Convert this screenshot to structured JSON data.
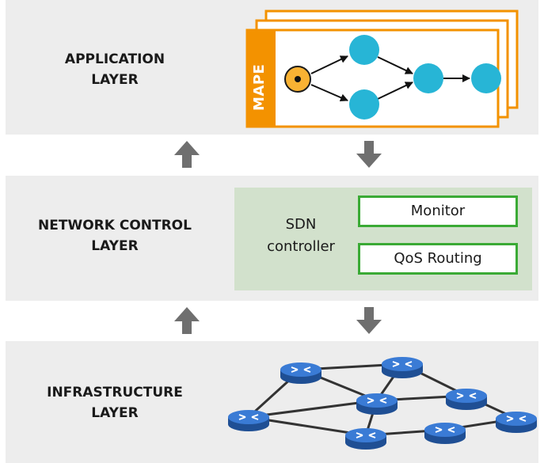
{
  "layers": {
    "application": {
      "line1": "APPLICATION",
      "line2": "LAYER"
    },
    "network": {
      "line1": "NETWORK CONTROL",
      "line2": "LAYER"
    },
    "infrastructure": {
      "line1": "INFRASTRUCTURE",
      "line2": "LAYER"
    }
  },
  "mape": {
    "label": "MAPE"
  },
  "sdn": {
    "line1": "SDN",
    "line2": "controller",
    "modules": [
      "Monitor",
      "QoS Routing"
    ]
  },
  "colors": {
    "band": "#ededed",
    "orange": "#f39200",
    "node_blue": "#27b5d6",
    "monitor_green": "#3aaa35",
    "sdn_bg": "#d2e1cc",
    "arrow_gray": "#6f6f6f",
    "router_blue": "#2d65b0"
  }
}
